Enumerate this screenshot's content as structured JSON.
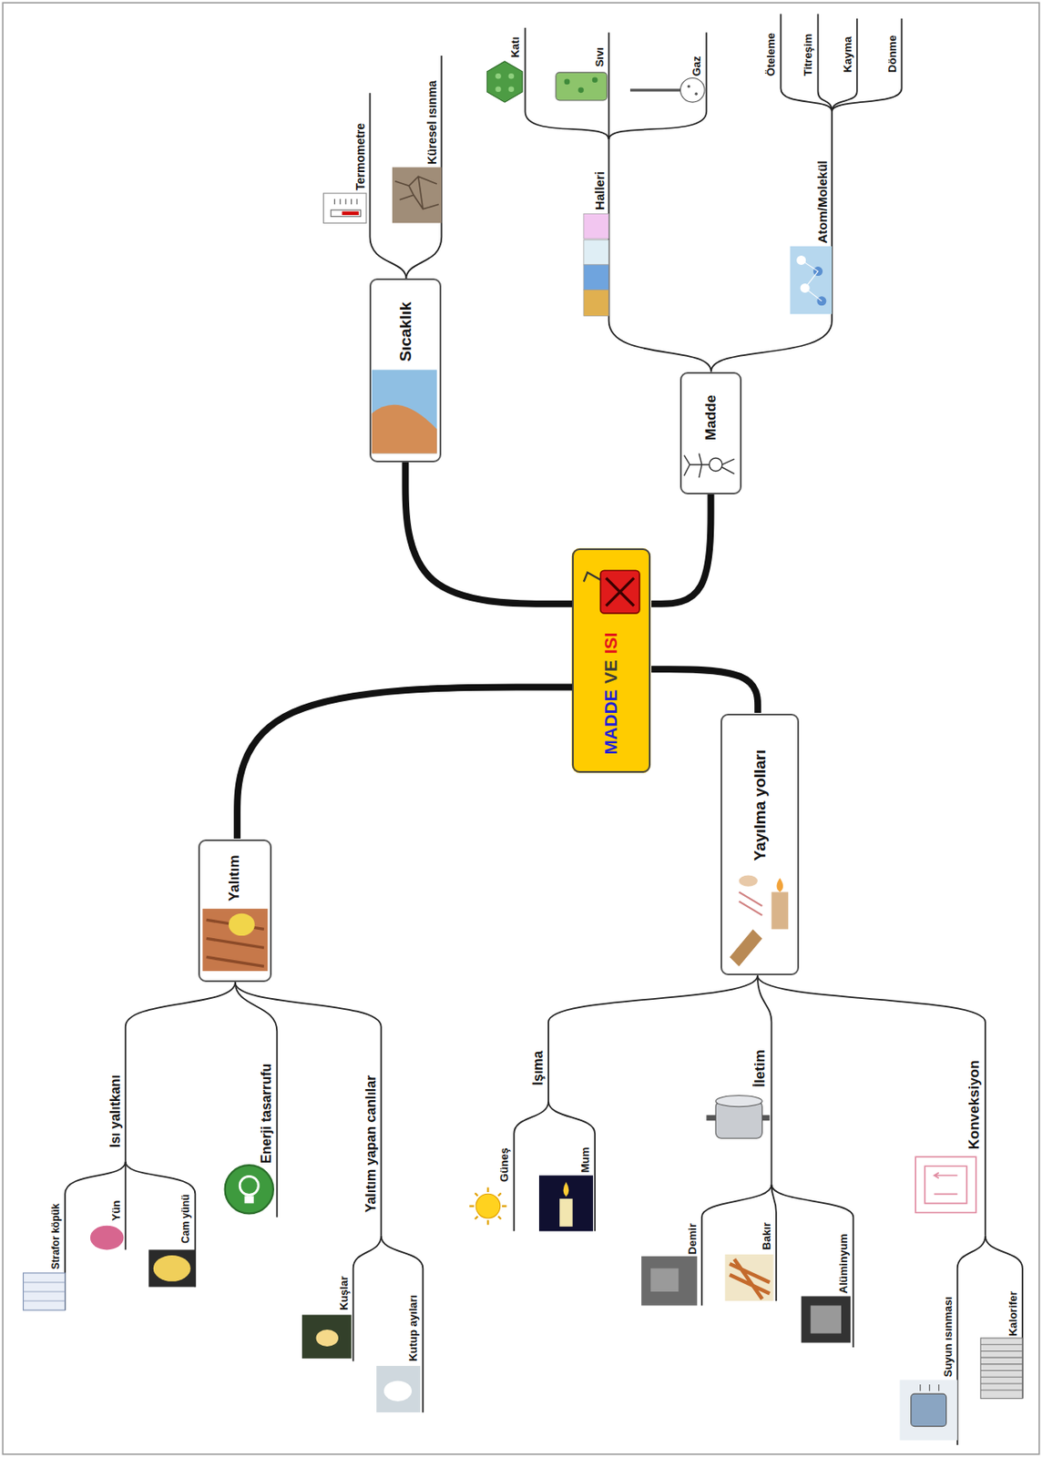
{
  "diagram": {
    "nodes": [
      {
        "text": [
          "MADDE",
          "VE",
          "ISI"
        ]
      },
      {
        "text": [
          "Sıcaklık"
        ]
      },
      {
        "text": [
          "Madde"
        ]
      },
      {
        "text": [
          "Yalıtım"
        ]
      },
      {
        "text": [
          "Yayılma yolları"
        ]
      }
    ],
    "edges": [
      {
        "from": 0,
        "to": 1,
        "arrow": "none"
      },
      {
        "from": 0,
        "to": 2,
        "arrow": "none"
      },
      {
        "from": 0,
        "to": 3,
        "arrow": "none"
      },
      {
        "from": 0,
        "to": 4,
        "arrow": "none"
      }
    ],
    "labels": [
      "Termometre",
      "Küresel ısınma",
      "Halleri",
      "Katı",
      "Sıvı",
      "Gaz",
      "Atom/Molekül",
      "Öteleme",
      "Titreşim",
      "Kayma",
      "Dönme",
      "Isı yalıtkanı",
      "Strafor köpük",
      "Yün",
      "Cam yünü",
      "Enerji tasarrufu",
      "Yalıtım yapan canlılar",
      "Kuşlar",
      "Kutup ayıları",
      "Işıma",
      "Güneş",
      "Mum",
      "İletim",
      "Demir",
      "Bakır",
      "Alüminyum",
      "Konveksiyon",
      "Suyun ısınması",
      "Kalorifer"
    ]
  }
}
